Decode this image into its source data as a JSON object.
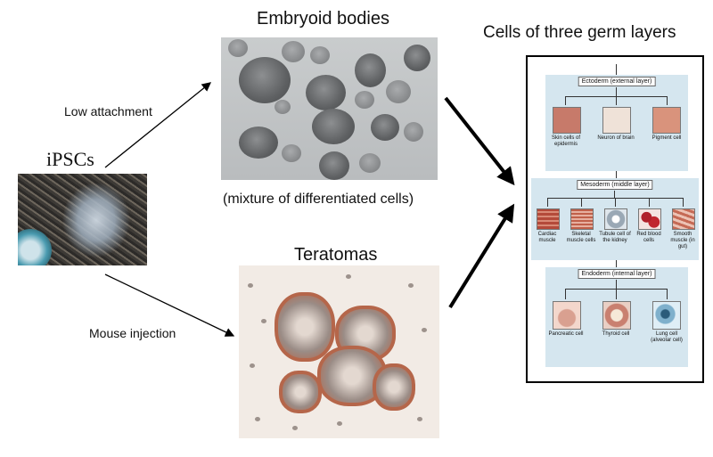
{
  "ipscs": {
    "label": "iPSCs"
  },
  "embryoid": {
    "title": "Embryoid bodies",
    "caption": "(mixture of differentiated cells)",
    "arrow_label": "Low attachment"
  },
  "teratoma": {
    "title": "Teratomas",
    "arrow_label": "Mouse injection"
  },
  "germ_layers": {
    "title": "Cells of three germ layers",
    "ectoderm": {
      "name": "Ectoderm (external layer)",
      "cells": [
        "Skin cells of epidermis",
        "Neuron of brain",
        "Pigment cell"
      ]
    },
    "mesoderm": {
      "name": "Mesoderm (middle layer)",
      "cells": [
        "Cardiac muscle",
        "Skeletal muscle cells",
        "Tubule cell of the kidney",
        "Red blood cells",
        "Smooth muscle (in gut)"
      ]
    },
    "endoderm": {
      "name": "Endoderm (internal layer)",
      "cells": [
        "Pancreatic cell",
        "Thyroid cell",
        "Lung cell (alveolar cell)"
      ]
    }
  },
  "colors": {
    "ectoderm_thumb": "#c77a6a",
    "mesoderm_thumb": "#b44a3a",
    "endoderm_thumb": "#d9a090",
    "layer_bg": "#d5e6ef"
  }
}
